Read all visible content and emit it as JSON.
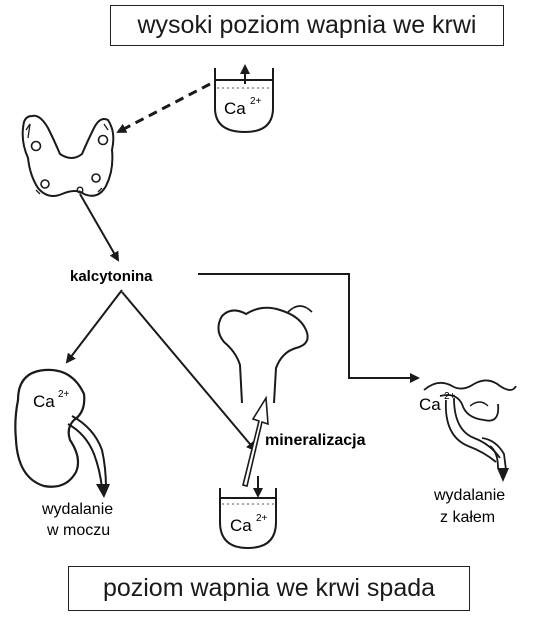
{
  "header": {
    "text": "wysoki poziom wapnia we krwi"
  },
  "footer": {
    "text": "poziom wapnia we krwi spada"
  },
  "labels": {
    "hormone": "kalcytonina",
    "ca_ion": "Ca",
    "ca_charge": "2+",
    "mineralization": "mineralizacja",
    "kidney_excretion_line1": "wydalanie",
    "kidney_excretion_line2": "w moczu",
    "gut_excretion_line1": "wydalanie",
    "gut_excretion_line2": "z kałem"
  },
  "colors": {
    "ink": "#1a1a1a",
    "background": "#ffffff"
  }
}
